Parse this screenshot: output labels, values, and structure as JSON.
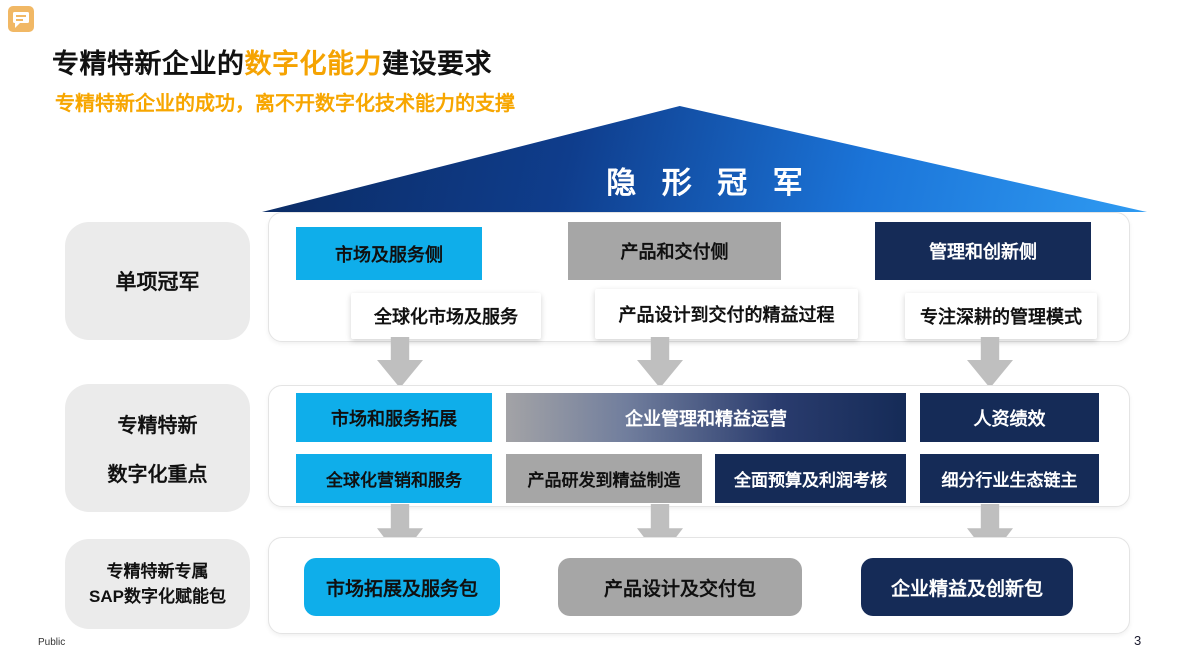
{
  "header": {
    "title_prefix": "专精特新企业的",
    "title_highlight": "数字化能力",
    "title_suffix": "建设要求",
    "subtitle": "专精特新企业的成功，离不开数字化技术能力的支撑"
  },
  "roof": {
    "label": "隐形冠军"
  },
  "sidebar": {
    "row1_label": "单项冠军",
    "row2_line1": "专精特新",
    "row2_line2": "数字化重点",
    "row3_line1": "专精特新专属",
    "row3_line2": "SAP数字化赋能包"
  },
  "row1": {
    "boxes": [
      {
        "label": "市场及服务侧",
        "style": "cyan"
      },
      {
        "label": "产品和交付侧",
        "style": "gray"
      },
      {
        "label": "管理和创新侧",
        "style": "navy"
      }
    ],
    "sublabels": [
      "全球化市场及服务",
      "产品设计到交付的精益过程",
      "专注深耕的管理模式"
    ]
  },
  "row2": {
    "line1": [
      {
        "label": "市场和服务拓展",
        "style": "cyan"
      },
      {
        "label": "企业管理和精益运营",
        "style": "gradient"
      },
      {
        "label": "人资绩效",
        "style": "navy"
      }
    ],
    "line2": [
      {
        "label": "全球化营销和服务",
        "style": "cyan"
      },
      {
        "label": "产品研发到精益制造",
        "style": "gray"
      },
      {
        "label": "全面预算及利润考核",
        "style": "navy"
      },
      {
        "label": "细分行业生态链主",
        "style": "navy"
      }
    ]
  },
  "row3": {
    "boxes": [
      {
        "label": "市场拓展及服务包",
        "style": "cyan"
      },
      {
        "label": "产品设计及交付包",
        "style": "gray"
      },
      {
        "label": "企业精益及创新包",
        "style": "navy"
      }
    ]
  },
  "footer": {
    "left": "Public",
    "page_number": "3"
  },
  "colors": {
    "accent_cyan": "#0FAEEA",
    "navy": "#152B57",
    "gray_box": "#A6A6A6",
    "orange_accent": "#F5A302",
    "arrow_gray": "#BFBFBF",
    "sidebar_gray": "#EBEBEB",
    "roof_gradient_dark": "#0B2B63",
    "roof_gradient_light": "#2F9BF2"
  }
}
